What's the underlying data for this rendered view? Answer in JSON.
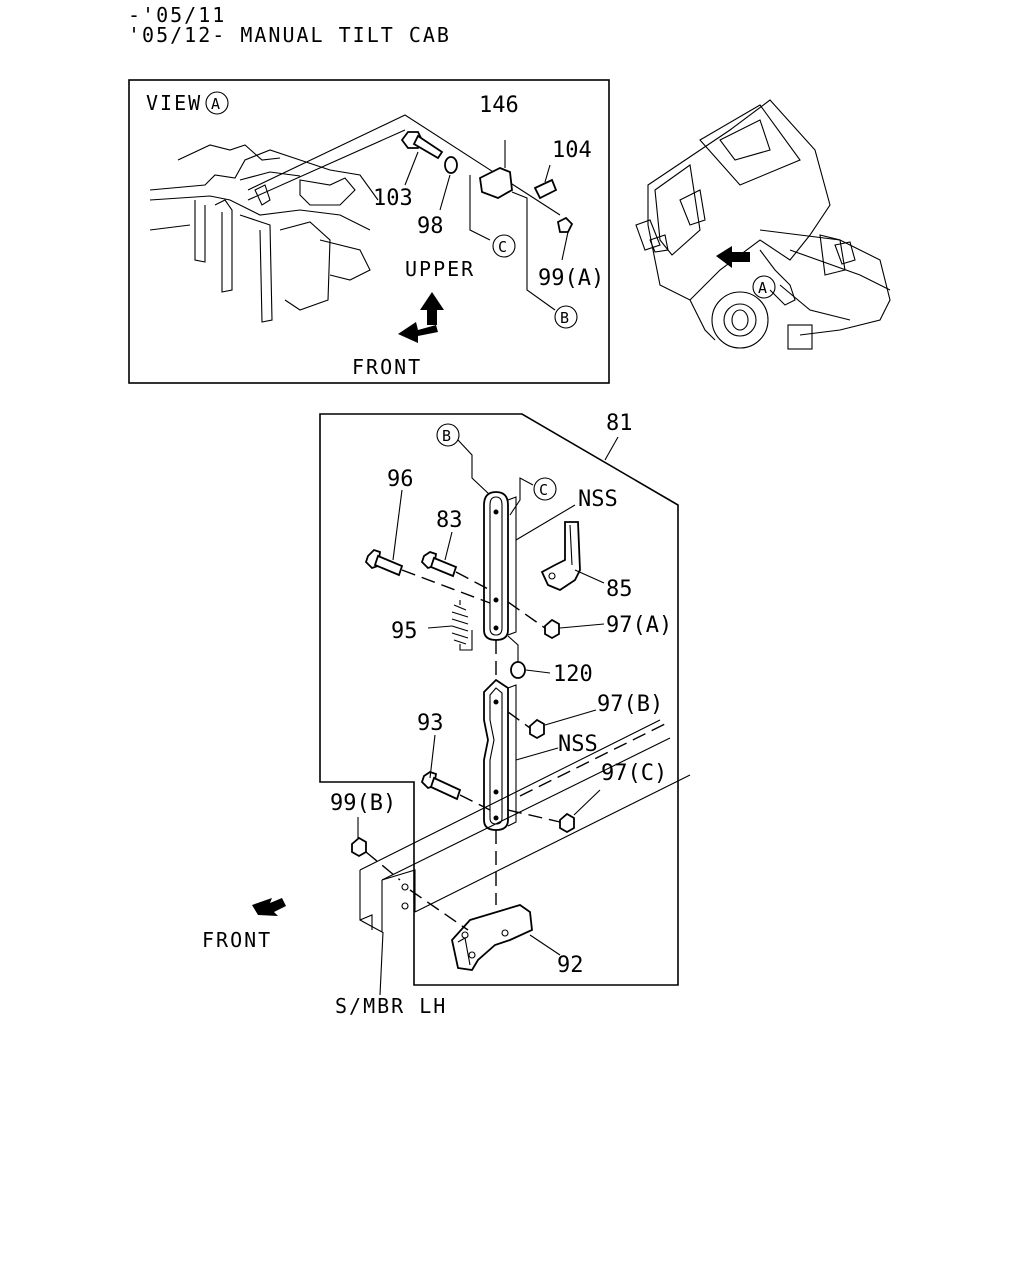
{
  "header": {
    "line1": "-'05/11",
    "line2": "'05/12- MANUAL TILT CAB"
  },
  "view_box": {
    "view_label": "VIEW",
    "view_letter": "A",
    "callouts": {
      "p146": "146",
      "p104": "104",
      "p103": "103",
      "p98": "98",
      "p99a": "99(A)",
      "ref_c": "C",
      "ref_b": "B"
    },
    "upper_label": "UPPER",
    "front_label": "FRONT"
  },
  "truck": {
    "ref_a": "A"
  },
  "main": {
    "callouts": {
      "p81": "81",
      "ref_b": "B",
      "ref_c": "C",
      "nss1": "NSS",
      "p96": "96",
      "p83": "83",
      "p85": "85",
      "p97a": "97(A)",
      "p95": "95",
      "p120": "120",
      "p97b": "97(B)",
      "p93": "93",
      "nss2": "NSS",
      "p97c": "97(C)",
      "p99b": "99(B)",
      "p92": "92"
    },
    "front_label": "FRONT",
    "side_member_label": "S/MBR LH"
  }
}
